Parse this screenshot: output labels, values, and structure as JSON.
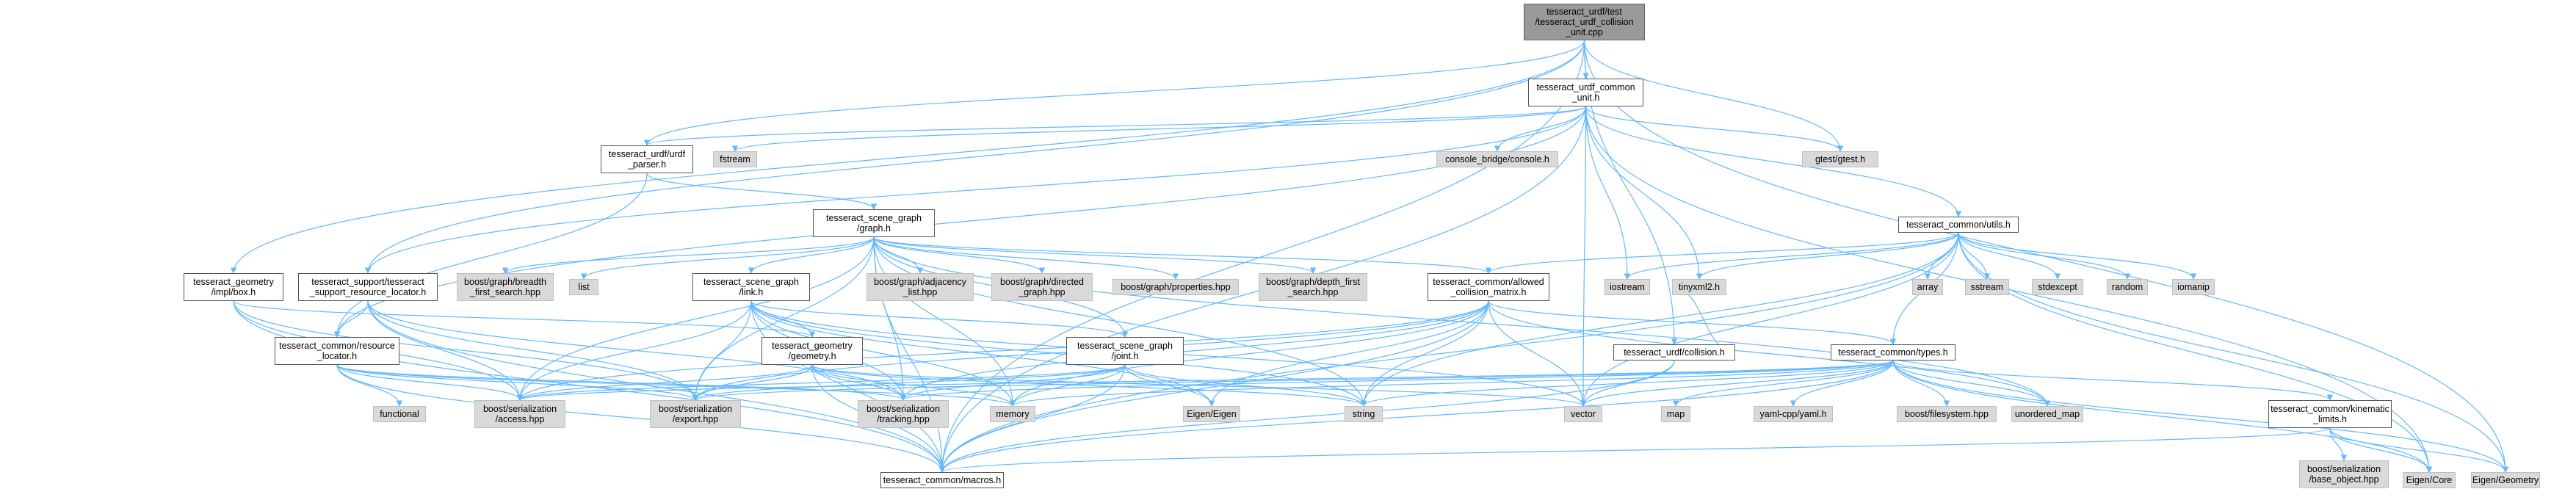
{
  "graph": {
    "nodes": [
      {
        "id": "root",
        "label": "tesseract_urdf/test\n/tesseract_urdf_collision\n_unit.cpp",
        "kind": "root"
      },
      {
        "id": "common_unit",
        "label": "tesseract_urdf_common\n_unit.h",
        "kind": "doc"
      },
      {
        "id": "urdf_parser",
        "label": "tesseract_urdf/urdf\n_parser.h",
        "kind": "doc"
      },
      {
        "id": "fstream",
        "label": "fstream",
        "kind": "ext"
      },
      {
        "id": "console_bridge",
        "label": "console_bridge/console.h",
        "kind": "ext"
      },
      {
        "id": "gtest",
        "label": "gtest/gtest.h",
        "kind": "ext"
      },
      {
        "id": "scene_graph",
        "label": "tesseract_scene_graph\n/graph.h",
        "kind": "doc"
      },
      {
        "id": "utils",
        "label": "tesseract_common/utils.h",
        "kind": "doc"
      },
      {
        "id": "geometry_box",
        "label": "tesseract_geometry\n/impl/box.h",
        "kind": "doc"
      },
      {
        "id": "support_locator",
        "label": "tesseract_support/tesseract\n_support_resource_locator.h",
        "kind": "doc"
      },
      {
        "id": "bfs",
        "label": "boost/graph/breadth\n_first_search.hpp",
        "kind": "ext"
      },
      {
        "id": "list",
        "label": "list",
        "kind": "ext"
      },
      {
        "id": "link",
        "label": "tesseract_scene_graph\n/link.h",
        "kind": "doc"
      },
      {
        "id": "adjacency",
        "label": "boost/graph/adjacency\n_list.hpp",
        "kind": "ext"
      },
      {
        "id": "directed",
        "label": "boost/graph/directed\n_graph.hpp",
        "kind": "ext"
      },
      {
        "id": "properties",
        "label": "boost/graph/properties.hpp",
        "kind": "ext"
      },
      {
        "id": "dfs",
        "label": "boost/graph/depth_first\n_search.hpp",
        "kind": "ext"
      },
      {
        "id": "allowed",
        "label": "tesseract_common/allowed\n_collision_matrix.h",
        "kind": "doc"
      },
      {
        "id": "iostream",
        "label": "iostream",
        "kind": "ext"
      },
      {
        "id": "tinyxml",
        "label": "tinyxml2.h",
        "kind": "ext"
      },
      {
        "id": "array",
        "label": "array",
        "kind": "ext"
      },
      {
        "id": "sstream",
        "label": "sstream",
        "kind": "ext"
      },
      {
        "id": "stdexcept",
        "label": "stdexcept",
        "kind": "ext"
      },
      {
        "id": "random",
        "label": "random",
        "kind": "ext"
      },
      {
        "id": "iomanip",
        "label": "iomanip",
        "kind": "ext"
      },
      {
        "id": "resource_locator",
        "label": "tesseract_common/resource\n_locator.h",
        "kind": "doc"
      },
      {
        "id": "geometry",
        "label": "tesseract_geometry\n/geometry.h",
        "kind": "doc"
      },
      {
        "id": "joint",
        "label": "tesseract_scene_graph\n/joint.h",
        "kind": "doc"
      },
      {
        "id": "urdf_collision",
        "label": "tesseract_urdf/collision.h",
        "kind": "doc"
      },
      {
        "id": "types",
        "label": "tesseract_common/types.h",
        "kind": "doc"
      },
      {
        "id": "functional",
        "label": "functional",
        "kind": "ext"
      },
      {
        "id": "access",
        "label": "boost/serialization\n/access.hpp",
        "kind": "ext"
      },
      {
        "id": "export",
        "label": "boost/serialization\n/export.hpp",
        "kind": "ext"
      },
      {
        "id": "tracking",
        "label": "boost/serialization\n/tracking.hpp",
        "kind": "ext"
      },
      {
        "id": "memory",
        "label": "memory",
        "kind": "ext"
      },
      {
        "id": "eigen",
        "label": "Eigen/Eigen",
        "kind": "ext"
      },
      {
        "id": "string",
        "label": "string",
        "kind": "ext"
      },
      {
        "id": "vector",
        "label": "vector",
        "kind": "ext"
      },
      {
        "id": "map",
        "label": "map",
        "kind": "ext"
      },
      {
        "id": "yaml",
        "label": "yaml-cpp/yaml.h",
        "kind": "ext"
      },
      {
        "id": "filesystem",
        "label": "boost/filesystem.hpp",
        "kind": "ext"
      },
      {
        "id": "unordered_map",
        "label": "unordered_map",
        "kind": "ext"
      },
      {
        "id": "kinematic",
        "label": "tesseract_common/kinematic\n_limits.h",
        "kind": "doc"
      },
      {
        "id": "macros",
        "label": "tesseract_common/macros.h",
        "kind": "doc"
      },
      {
        "id": "base_object",
        "label": "boost/serialization\n/base_object.hpp",
        "kind": "ext"
      },
      {
        "id": "eigen_core",
        "label": "Eigen/Core",
        "kind": "ext"
      },
      {
        "id": "eigen_geometry",
        "label": "Eigen/Geometry",
        "kind": "ext"
      }
    ],
    "edges": [
      [
        "root",
        "common_unit"
      ],
      [
        "root",
        "gtest"
      ],
      [
        "root",
        "urdf_collision"
      ],
      [
        "root",
        "support_locator"
      ],
      [
        "root",
        "geometry_box"
      ],
      [
        "root",
        "macros"
      ],
      [
        "root",
        "eigen_geometry"
      ],
      [
        "root",
        "urdf_parser"
      ],
      [
        "common_unit",
        "urdf_parser"
      ],
      [
        "common_unit",
        "fstream"
      ],
      [
        "common_unit",
        "console_bridge"
      ],
      [
        "common_unit",
        "gtest"
      ],
      [
        "common_unit",
        "utils"
      ],
      [
        "common_unit",
        "iostream"
      ],
      [
        "common_unit",
        "tinyxml"
      ],
      [
        "common_unit",
        "vector"
      ],
      [
        "common_unit",
        "support_locator"
      ],
      [
        "common_unit",
        "macros"
      ],
      [
        "common_unit",
        "resource_locator"
      ],
      [
        "common_unit",
        "eigen_core"
      ],
      [
        "urdf_parser",
        "scene_graph"
      ],
      [
        "urdf_parser",
        "resource_locator"
      ],
      [
        "scene_graph",
        "bfs"
      ],
      [
        "scene_graph",
        "list"
      ],
      [
        "scene_graph",
        "link"
      ],
      [
        "scene_graph",
        "adjacency"
      ],
      [
        "scene_graph",
        "directed"
      ],
      [
        "scene_graph",
        "properties"
      ],
      [
        "scene_graph",
        "dfs"
      ],
      [
        "scene_graph",
        "allowed"
      ],
      [
        "scene_graph",
        "joint"
      ],
      [
        "scene_graph",
        "string"
      ],
      [
        "scene_graph",
        "unordered_map"
      ],
      [
        "scene_graph",
        "macros"
      ],
      [
        "scene_graph",
        "access"
      ],
      [
        "scene_graph",
        "export"
      ],
      [
        "scene_graph",
        "tracking"
      ],
      [
        "scene_graph",
        "memory"
      ],
      [
        "utils",
        "iostream"
      ],
      [
        "utils",
        "tinyxml"
      ],
      [
        "utils",
        "array"
      ],
      [
        "utils",
        "sstream"
      ],
      [
        "utils",
        "stdexcept"
      ],
      [
        "utils",
        "random"
      ],
      [
        "utils",
        "iomanip"
      ],
      [
        "utils",
        "allowed"
      ],
      [
        "utils",
        "types"
      ],
      [
        "utils",
        "string"
      ],
      [
        "utils",
        "vector"
      ],
      [
        "utils",
        "macros"
      ],
      [
        "utils",
        "eigen_core"
      ],
      [
        "utils",
        "eigen_geometry"
      ],
      [
        "geometry_box",
        "geometry"
      ],
      [
        "geometry_box",
        "macros"
      ],
      [
        "geometry_box",
        "access"
      ],
      [
        "geometry_box",
        "export"
      ],
      [
        "support_locator",
        "resource_locator"
      ],
      [
        "support_locator",
        "macros"
      ],
      [
        "support_locator",
        "access"
      ],
      [
        "support_locator",
        "export"
      ],
      [
        "support_locator",
        "tracking"
      ],
      [
        "link",
        "geometry"
      ],
      [
        "link",
        "joint"
      ],
      [
        "link",
        "eigen"
      ],
      [
        "link",
        "string"
      ],
      [
        "link",
        "vector"
      ],
      [
        "link",
        "memory"
      ],
      [
        "link",
        "macros"
      ],
      [
        "link",
        "access"
      ],
      [
        "link",
        "export"
      ],
      [
        "link",
        "tracking"
      ],
      [
        "allowed",
        "types"
      ],
      [
        "allowed",
        "unordered_map"
      ],
      [
        "allowed",
        "vector"
      ],
      [
        "allowed",
        "string"
      ],
      [
        "allowed",
        "eigen"
      ],
      [
        "allowed",
        "memory"
      ],
      [
        "allowed",
        "macros"
      ],
      [
        "allowed",
        "access"
      ],
      [
        "allowed",
        "export"
      ],
      [
        "allowed",
        "tracking"
      ],
      [
        "resource_locator",
        "functional"
      ],
      [
        "resource_locator",
        "access"
      ],
      [
        "resource_locator",
        "export"
      ],
      [
        "resource_locator",
        "tracking"
      ],
      [
        "resource_locator",
        "memory"
      ],
      [
        "resource_locator",
        "macros"
      ],
      [
        "geometry",
        "access"
      ],
      [
        "geometry",
        "export"
      ],
      [
        "geometry",
        "tracking"
      ],
      [
        "geometry",
        "memory"
      ],
      [
        "geometry",
        "string"
      ],
      [
        "geometry",
        "vector"
      ],
      [
        "geometry",
        "macros"
      ],
      [
        "joint",
        "eigen"
      ],
      [
        "joint",
        "string"
      ],
      [
        "joint",
        "memory"
      ],
      [
        "joint",
        "access"
      ],
      [
        "joint",
        "export"
      ],
      [
        "joint",
        "tracking"
      ],
      [
        "joint",
        "macros"
      ],
      [
        "urdf_collision",
        "vector"
      ],
      [
        "urdf_collision",
        "macros"
      ],
      [
        "urdf_collision",
        "tinyxml"
      ],
      [
        "types",
        "map"
      ],
      [
        "types",
        "yaml"
      ],
      [
        "types",
        "filesystem"
      ],
      [
        "types",
        "unordered_map"
      ],
      [
        "types",
        "kinematic"
      ],
      [
        "types",
        "vector"
      ],
      [
        "types",
        "string"
      ],
      [
        "types",
        "memory"
      ],
      [
        "types",
        "macros"
      ],
      [
        "types",
        "access"
      ],
      [
        "types",
        "export"
      ],
      [
        "types",
        "tracking"
      ],
      [
        "types",
        "eigen_core"
      ],
      [
        "types",
        "eigen_geometry"
      ],
      [
        "kinematic",
        "base_object"
      ],
      [
        "kinematic",
        "eigen_core"
      ],
      [
        "kinematic",
        "eigen_geometry"
      ],
      [
        "kinematic",
        "macros"
      ]
    ]
  },
  "colors": {
    "edge": "#63b8ff",
    "doc_fill": "#ffffff",
    "ext_fill": "#d9d9d9",
    "root_fill": "#999999"
  }
}
